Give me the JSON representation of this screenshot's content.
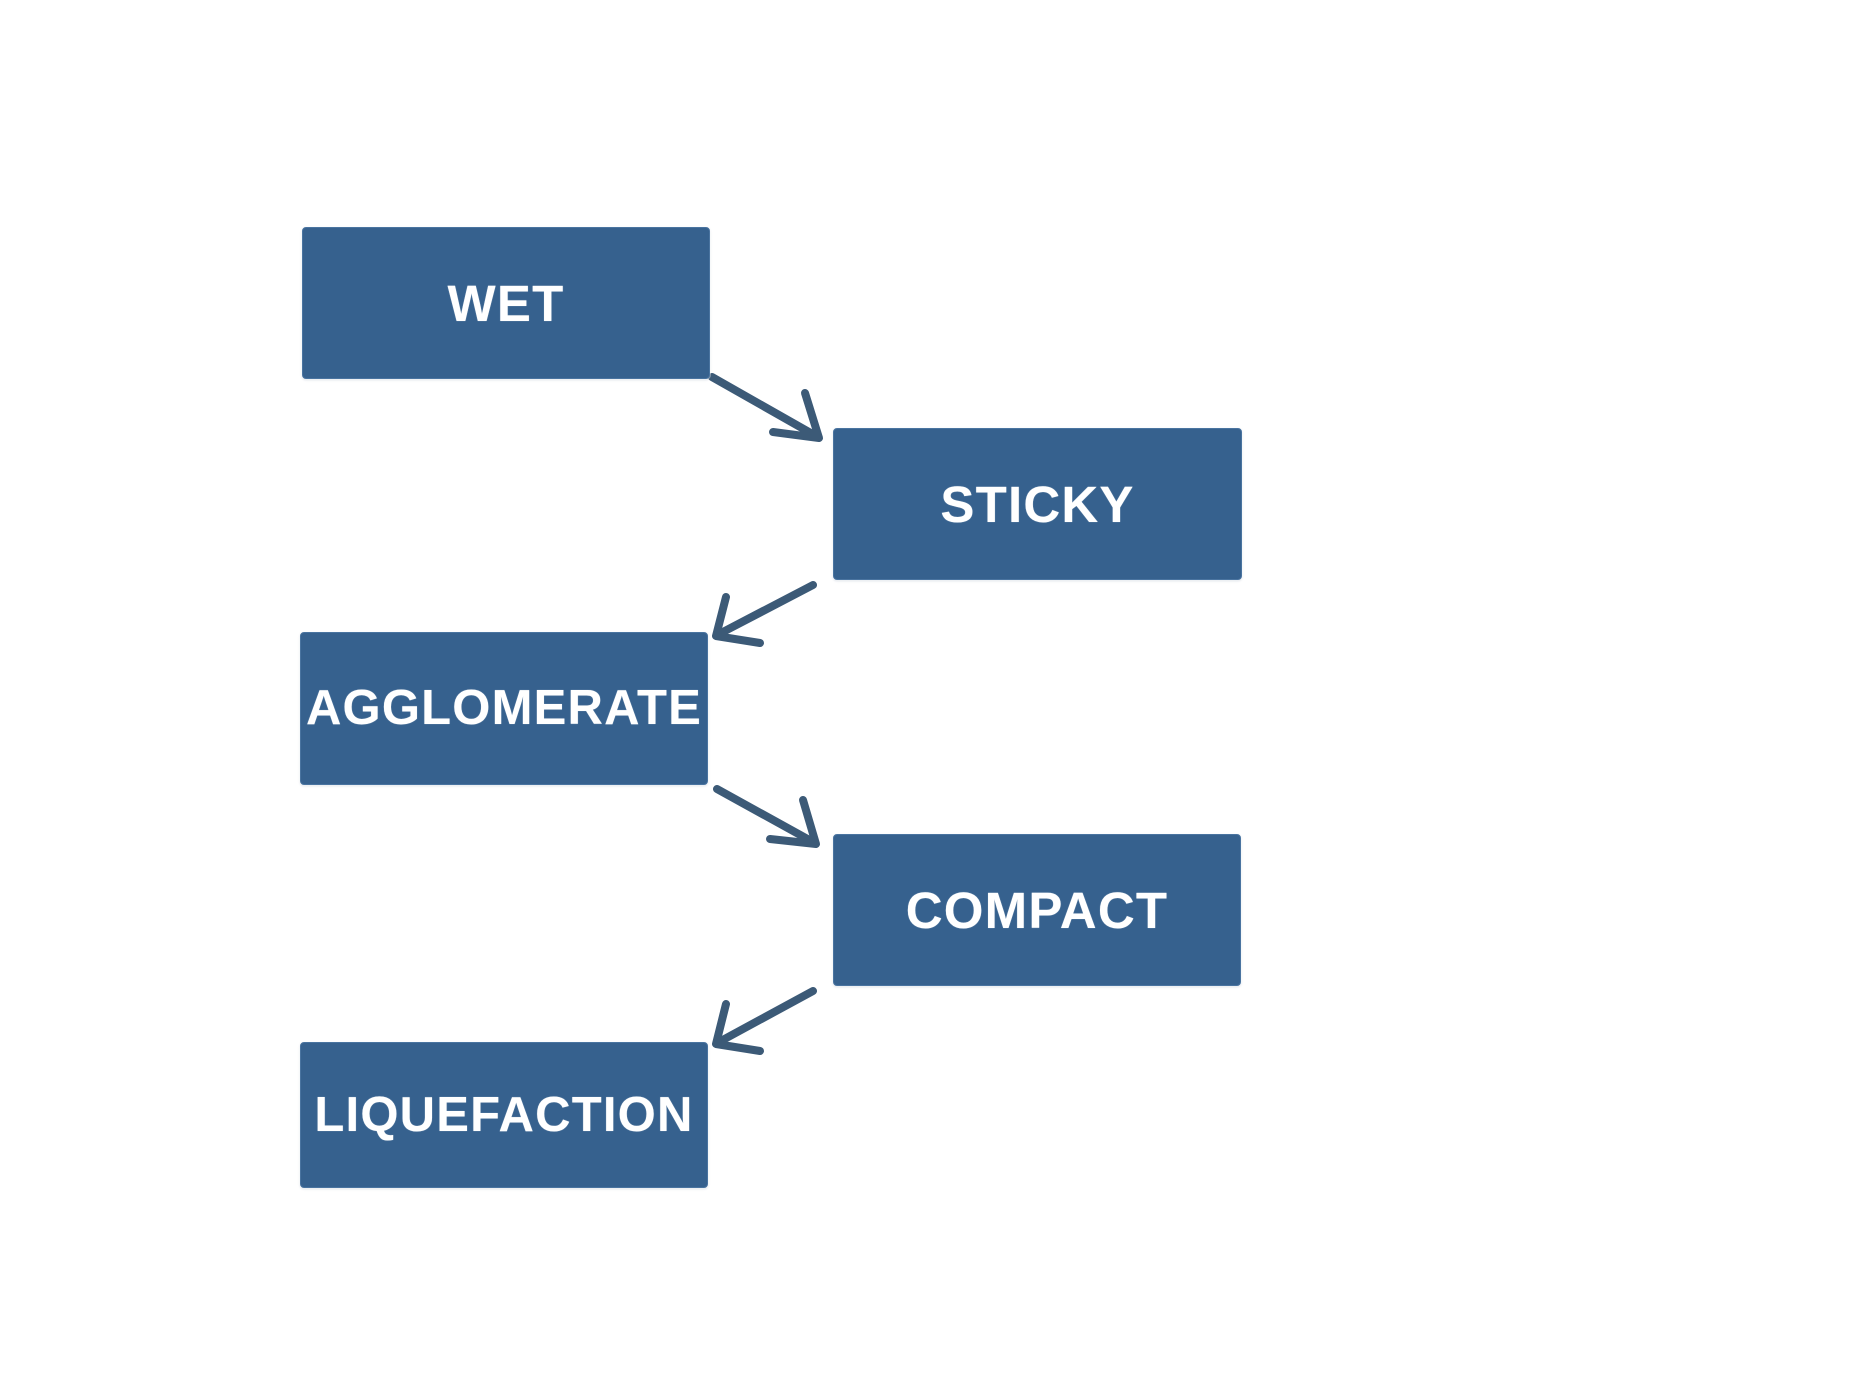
{
  "diagram": {
    "type": "flowchart",
    "background_color": "#ffffff",
    "node_fill_color": "#36618e",
    "node_text_color": "#ffffff",
    "arrow_color": "#3c5a77",
    "nodes": [
      {
        "id": "wet",
        "label": "WET"
      },
      {
        "id": "sticky",
        "label": "STICKY"
      },
      {
        "id": "agglomerate",
        "label": "AGGLOMERATE"
      },
      {
        "id": "compact",
        "label": "COMPACT"
      },
      {
        "id": "liquefaction",
        "label": "LIQUEFACTION"
      }
    ],
    "edges": [
      {
        "from": "wet",
        "to": "sticky",
        "direction": "down-right"
      },
      {
        "from": "sticky",
        "to": "agglomerate",
        "direction": "down-left"
      },
      {
        "from": "agglomerate",
        "to": "compact",
        "direction": "down-right"
      },
      {
        "from": "compact",
        "to": "liquefaction",
        "direction": "down-left"
      }
    ]
  }
}
